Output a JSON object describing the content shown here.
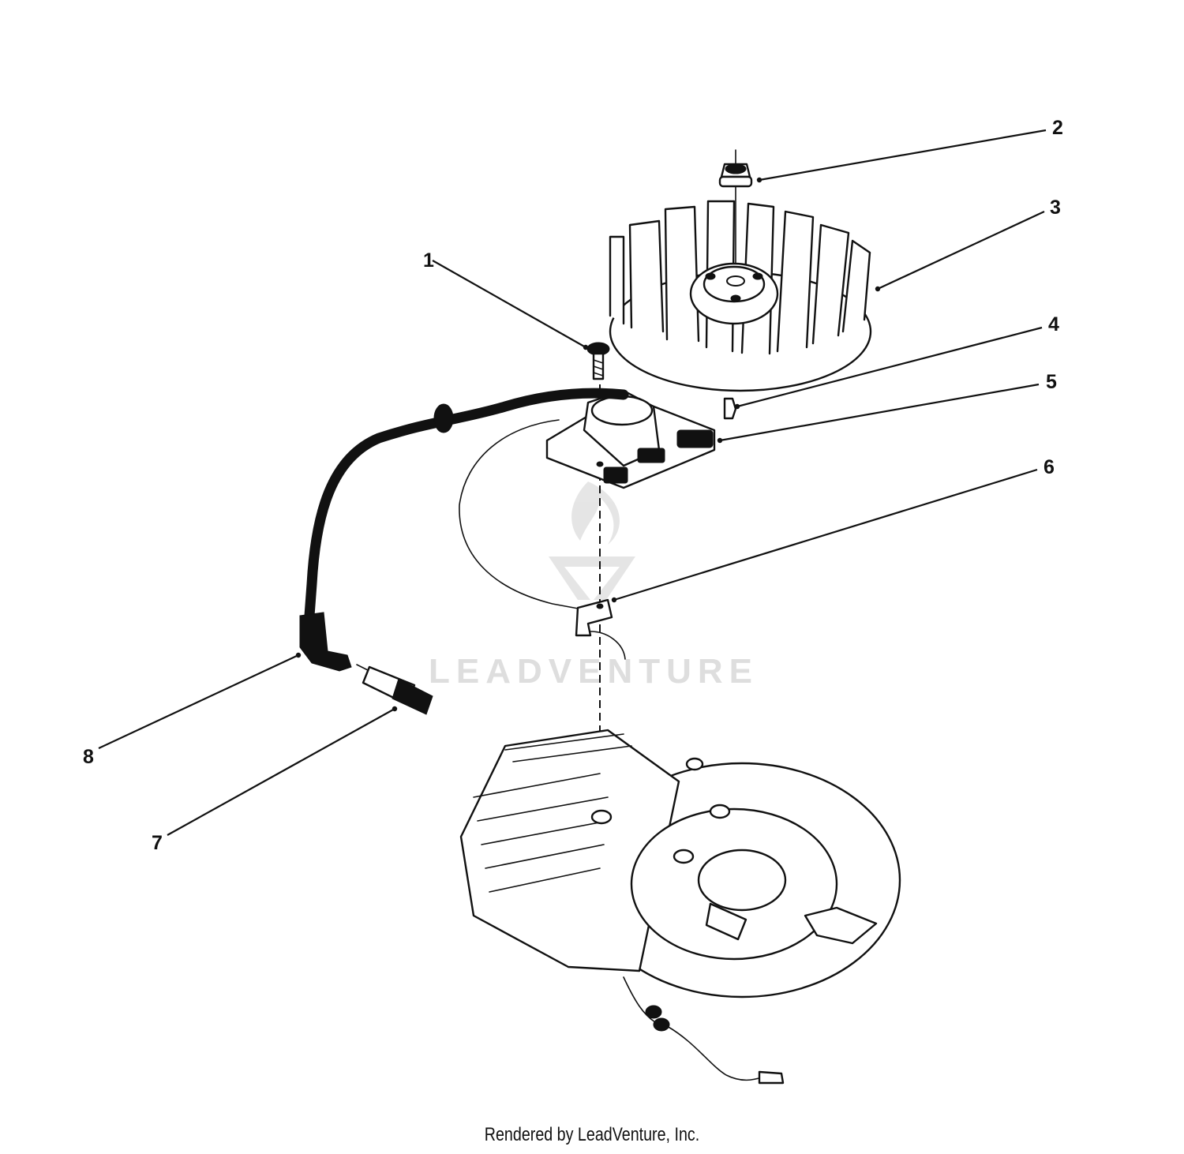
{
  "diagram": {
    "callouts": [
      {
        "id": "1",
        "label": "1"
      },
      {
        "id": "2",
        "label": "2"
      },
      {
        "id": "3",
        "label": "3"
      },
      {
        "id": "4",
        "label": "4"
      },
      {
        "id": "5",
        "label": "5"
      },
      {
        "id": "6",
        "label": "6"
      },
      {
        "id": "7",
        "label": "7"
      },
      {
        "id": "8",
        "label": "8"
      }
    ]
  },
  "watermark": {
    "text": "LEADVENTURE"
  },
  "footer": {
    "credit": "Rendered by LeadVenture, Inc."
  }
}
